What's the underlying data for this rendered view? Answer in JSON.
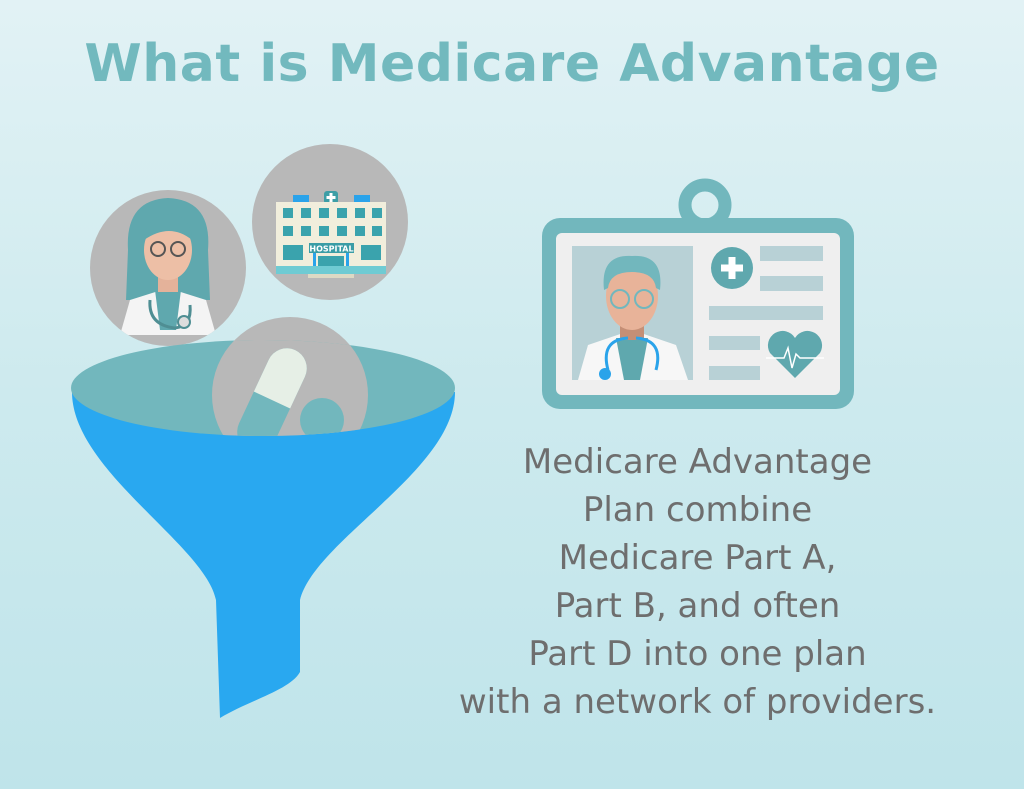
{
  "title": "What is Medicare Advantage",
  "description_lines": [
    "Medicare Advantage",
    "Plan combine",
    "Medicare Part A,",
    "Part B, and often",
    "Part D into one plan",
    "with a network of providers."
  ],
  "hospital_sign": "HOSPITAL",
  "colors": {
    "teal": "#72b7bd",
    "blue": "#29a8f0",
    "gray_text": "#6e6e6e",
    "circle_gray": "#b8b8b8"
  }
}
